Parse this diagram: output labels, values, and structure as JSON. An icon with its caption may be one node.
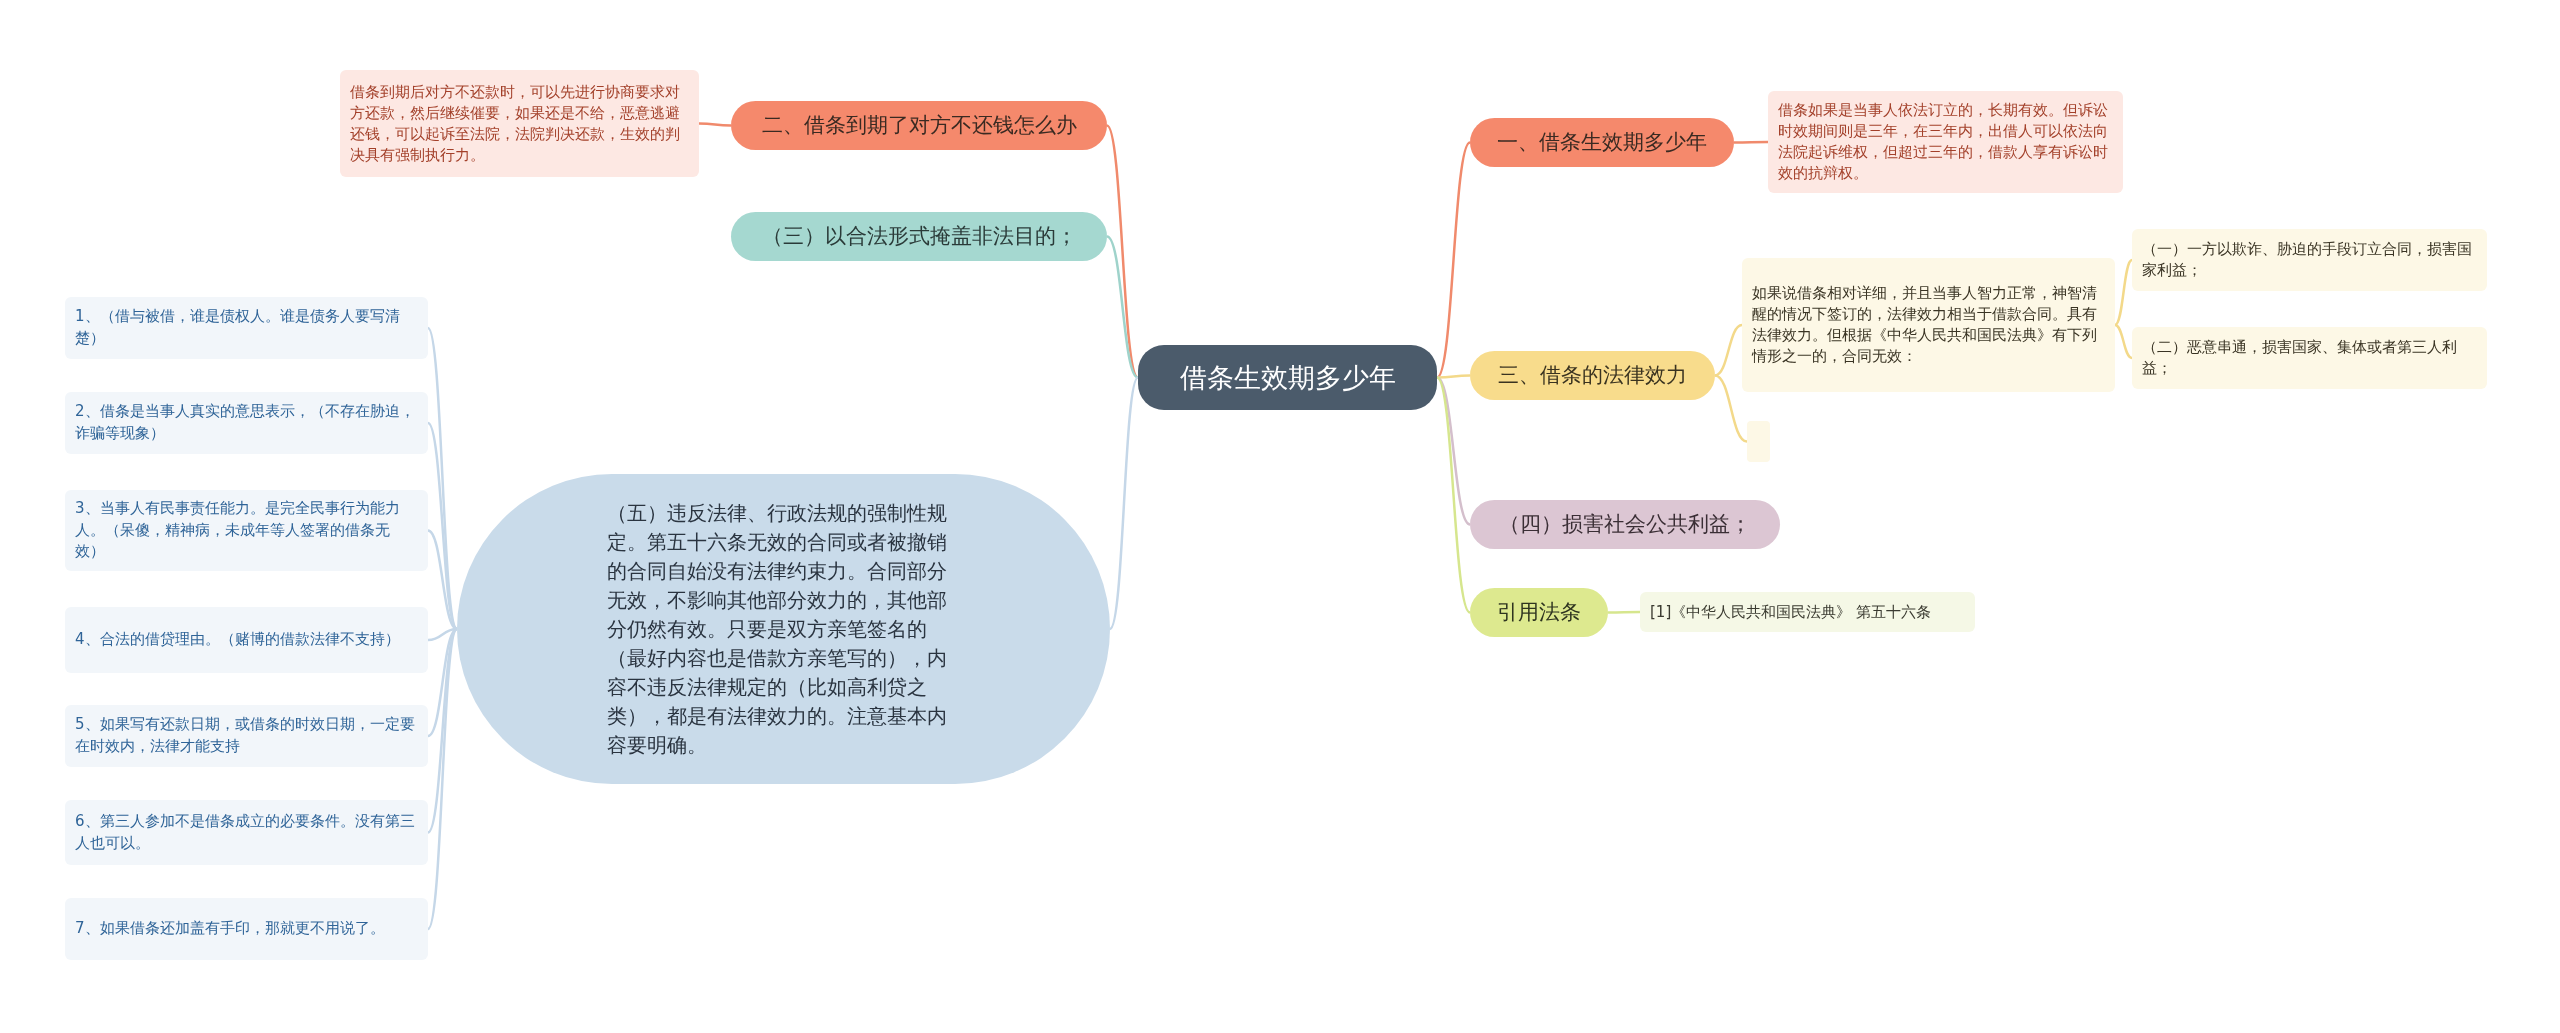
{
  "diagram": {
    "nodes": [
      {
        "text": [
          "借条生效期多少年"
        ]
      },
      {
        "text": [
          "二、借条到期了对方不还钱怎么办"
        ]
      },
      {
        "text": [
          "借条到期后对方不还款时，可以先进行协商要求对方还款，然后继续催要，如果还是不给，恶意逃避还钱，可以起诉至法院，法院判决还款，生效的判决具有强制执行力。"
        ]
      },
      {
        "text": [
          "（三）以合法形式掩盖非法目的；"
        ]
      },
      {
        "text": [
          "（五）违反法律、行政法规的强制性规定。第五十六条无效的合同或者被撤销的合同自始没有法律约束力。合同部分无效，不影响其他部分效力的，其他部分仍然有效。只要是双方亲笔签名的（最好内容也是借款方亲笔写的），内容不违反法律规定的（比如高利贷之类），都是有法律效力的。注意基本内容要明确。"
        ]
      },
      {
        "text": [
          "1、（借与被借，谁是债权人。谁是债务人要写清楚）"
        ]
      },
      {
        "text": [
          "2、借条是当事人真实的意思表示，（不存在胁迫，诈骗等现象）"
        ]
      },
      {
        "text": [
          "3、当事人有民事责任能力。是完全民事行为能力人。（呆傻，精神病，未成年等人签署的借条无效）"
        ]
      },
      {
        "text": [
          "4、合法的借贷理由。（赌博的借款法律不支持）"
        ]
      },
      {
        "text": [
          "5、如果写有还款日期，或借条的时效日期，一定要在时效内，法律才能支持"
        ]
      },
      {
        "text": [
          "6、第三人参加不是借条成立的必要条件。没有第三人也可以。"
        ]
      },
      {
        "text": [
          "7、如果借条还加盖有手印，那就更不用说了。"
        ]
      },
      {
        "text": [
          "一、借条生效期多少年"
        ]
      },
      {
        "text": [
          "借条如果是当事人依法订立的，长期有效。但诉讼时效期间则是三年，在三年内，出借人可以依法向法院起诉维权，但超过三年的，借款人享有诉讼时效的抗辩权。"
        ]
      },
      {
        "text": [
          "三、借条的法律效力"
        ]
      },
      {
        "text": [
          "如果说借条相对详细，并且当事人智力正常，神智清醒的情况下签订的，法律效力相当于借款合同。具有法律效力。但根据《中华人民共和国民法典》有下列情形之一的，合同无效："
        ]
      },
      {
        "text": [
          "（一）一方以欺诈、胁迫的手段订立合同，损害国家利益；"
        ]
      },
      {
        "text": [
          "（二）恶意串通，损害国家、集体或者第三人利益；"
        ]
      },
      {
        "text": [],
        "shape": "box"
      },
      {
        "text": [
          "（四）损害社会公共利益；"
        ]
      },
      {
        "text": [
          "引用法条"
        ]
      },
      {
        "text": [
          "[1]《中华人民共和国民法典》 第五十六条"
        ]
      }
    ],
    "edges": [
      {
        "from": 0,
        "to": 1,
        "arrow": "none",
        "color": "#f08a6c"
      },
      {
        "from": 1,
        "to": 2,
        "arrow": "none",
        "color": "#f08a6c"
      },
      {
        "from": 0,
        "to": 3,
        "arrow": "none",
        "color": "#9fd3cb"
      },
      {
        "from": 0,
        "to": 4,
        "arrow": "none"
      },
      {
        "from": 4,
        "to": 5,
        "arrow": "none"
      },
      {
        "from": 4,
        "to": 6,
        "arrow": "none"
      },
      {
        "from": 4,
        "to": 7,
        "arrow": "none"
      },
      {
        "from": 4,
        "to": 8,
        "arrow": "none"
      },
      {
        "from": 4,
        "to": 9,
        "arrow": "none"
      },
      {
        "from": 4,
        "to": 10,
        "arrow": "none"
      },
      {
        "from": 4,
        "to": 11,
        "arrow": "none"
      },
      {
        "from": 0,
        "to": 12,
        "arrow": "none",
        "color": "#f08a6c"
      },
      {
        "from": 12,
        "to": 13,
        "arrow": "none",
        "color": "#f08a6c"
      },
      {
        "from": 0,
        "to": 14,
        "arrow": "none",
        "color": "#f3d98a"
      },
      {
        "from": 14,
        "to": 15,
        "arrow": "none",
        "color": "#f3d98a"
      },
      {
        "from": 14,
        "to": 18,
        "arrow": "none",
        "color": "#f3d98a"
      },
      {
        "from": 15,
        "to": 16,
        "arrow": "none",
        "color": "#f3d98a"
      },
      {
        "from": 15,
        "to": 17,
        "arrow": "none",
        "color": "#f3d98a"
      },
      {
        "from": 0,
        "to": 19,
        "arrow": "none",
        "color": "#d4bfcc"
      },
      {
        "from": 0,
        "to": 20,
        "arrow": "none",
        "color": "#d6e68e"
      },
      {
        "from": 20,
        "to": 21,
        "arrow": "none",
        "color": "#d6e68e"
      }
    ]
  }
}
